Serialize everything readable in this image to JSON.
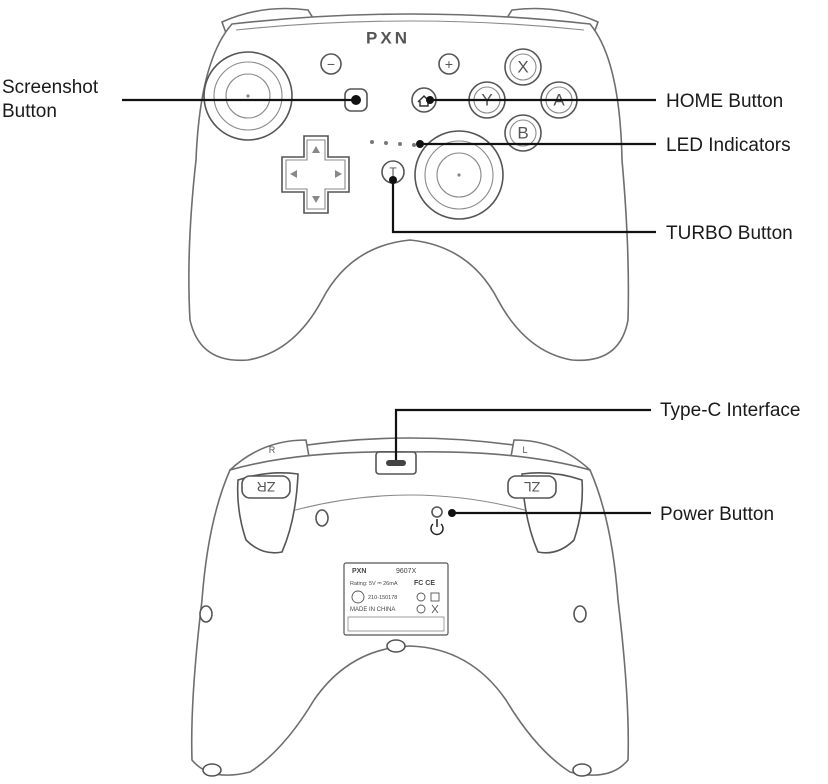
{
  "brand": "PXN",
  "model": "9607X",
  "callouts": {
    "screenshot_line1": "Screenshot",
    "screenshot_line2": "Button",
    "home": "HOME Button",
    "led": "LED Indicators",
    "turbo": "TURBO Button",
    "typec": "Type-C Interface",
    "power": "Power Button"
  },
  "face_buttons": {
    "x": "X",
    "y": "Y",
    "a": "A",
    "b": "B",
    "minus": "−",
    "plus": "+",
    "turbo": "T"
  },
  "triggers": {
    "zr": "ZR",
    "zl": "ZL",
    "r": "R",
    "l": "L"
  },
  "label_plate": {
    "rating": "Rating: 5V ⎓ 26mA",
    "cert_marks": "FC CE",
    "reg_number": "210-150178",
    "made_in": "MADE IN CHINA"
  },
  "icons": [
    "home-icon",
    "power-icon",
    "screenshot-icon",
    "dpad-arrow-icons"
  ]
}
